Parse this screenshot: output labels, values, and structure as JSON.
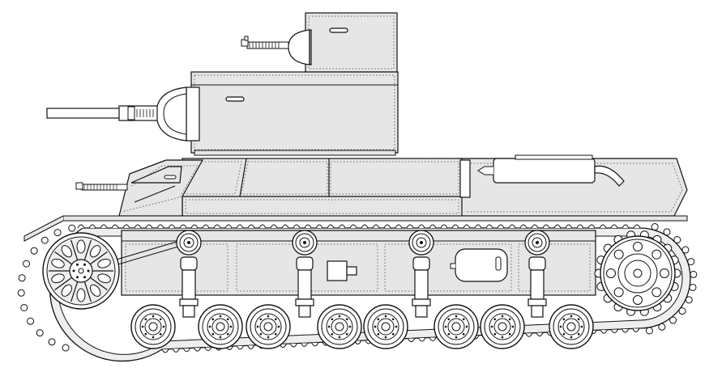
{
  "drawing": {
    "subject": "tank-side-elevation",
    "colors": {
      "hull_fill": "#e6e6e6",
      "outline": "#111111",
      "background": "#ffffff"
    },
    "road_wheel_count": 8,
    "return_roller_count": 4
  }
}
